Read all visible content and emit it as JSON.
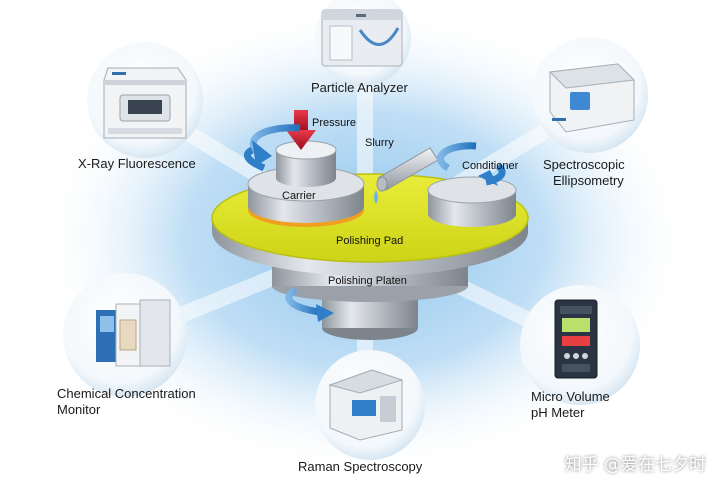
{
  "instruments": {
    "particle_analyzer": "Particle Analyzer",
    "xray_fluorescence": "X-Ray Fluorescence",
    "spectroscopic_ellipsometry": [
      "Spectroscopic",
      "Ellipsometry"
    ],
    "chemical_concentration_monitor": [
      "Chemical Concentration",
      "Monitor"
    ],
    "micro_volume_ph_meter": [
      "Micro Volume",
      "pH Meter"
    ],
    "raman_spectroscopy": "Raman Spectroscopy"
  },
  "machine": {
    "pressure": "Pressure",
    "slurry": "Slurry",
    "conditioner": "Conditioner",
    "carrier": "Carrier",
    "polishing_pad": "Polishing Pad",
    "polishing_platen": "Polishing Platen"
  },
  "watermark": "知乎 @爱在七夕时",
  "colors": {
    "glow": "#8ec4ec",
    "pad": "#dde21e",
    "pad_rim": "#b9c013",
    "metal": "#c4c9cf",
    "arrow_blue": "#2f7fc8",
    "pressure_red": "#c0102a"
  }
}
